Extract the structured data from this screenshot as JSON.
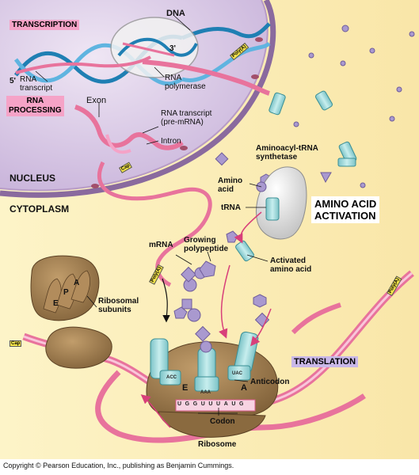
{
  "labels": {
    "transcription": "TRANSCRIPTION",
    "dna": "DNA",
    "three_prime": "3'",
    "five_prime": "5'",
    "rna_transcript": "RNA\ntranscript",
    "rna_polymerase": "RNA\npolymerase",
    "rna_processing": "RNA\nPROCESSING",
    "exon": "Exon",
    "pre_mrna": "RNA transcript\n(pre-mRNA)",
    "intron": "Intron",
    "nucleus": "NUCLEUS",
    "cytoplasm": "CYTOPLASM",
    "aminoacyl": "Aminoacyl-tRNA\nsynthetase",
    "amino_acid": "Amino\nacid",
    "trna": "tRNA",
    "amino_acid_activation": "AMINO ACID\nACTIVATION",
    "mrna": "mRNA",
    "growing_polypeptide": "Growing\npolypeptide",
    "activated_amino_acid": "Activated\namino acid",
    "ribosomal_subunits": "Ribosomal\nsubunits",
    "translation": "TRANSLATION",
    "anticodon": "Anticodon",
    "codon": "Codon",
    "ribosome": "Ribosome",
    "site_e": "E",
    "site_a": "A",
    "sub_e": "E",
    "sub_p": "P",
    "sub_a": "A",
    "poly_a": "Poly(A)",
    "cap": "Cap",
    "mrna_codons": "UGGUUUAUG",
    "anticodon_bases_1": "ACC",
    "anticodon_bases_2": "AAA",
    "anticodon_bases_3": "UAC"
  },
  "copyright": "Copyright © Pearson Education, Inc., publishing as Benjamin Cummings.",
  "colors": {
    "nucleus": "#d9cbe6",
    "cytoplasm": "#fbedb8",
    "mrna": "#e8739c",
    "trna": "#a6dfe0",
    "ribosome": "#9c7a4d",
    "amino_acid": "#a999cf",
    "tag_pink": "#f5a3c7",
    "tag_lavender": "#c9b8e8"
  }
}
